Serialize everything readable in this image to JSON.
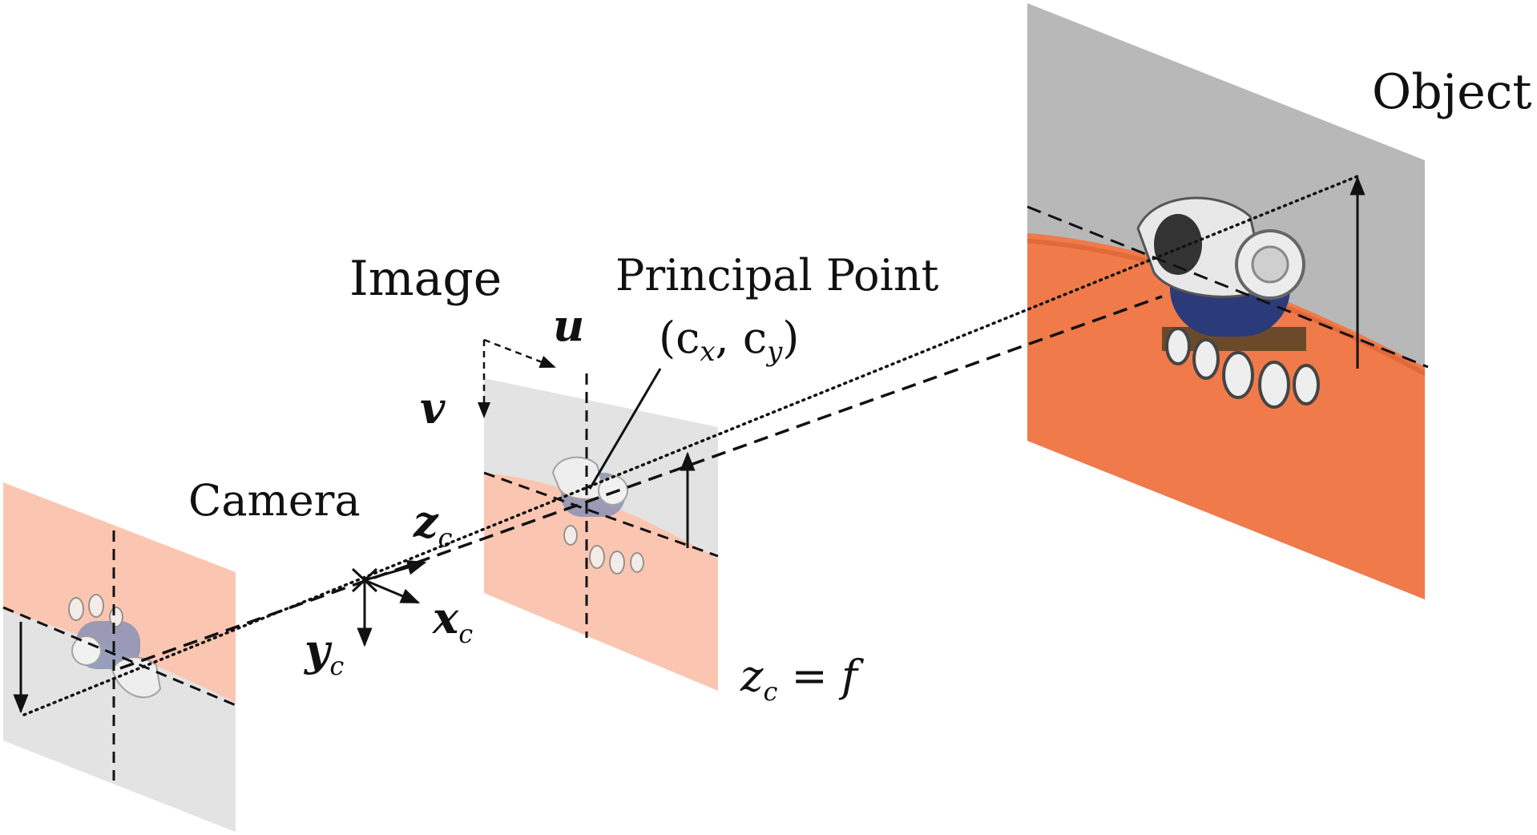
{
  "labels": {
    "object": "Object",
    "image": "Image",
    "principal_point": "Principal Point",
    "principal_coords": "(c",
    "cx_sub": "x",
    "comma": ", c",
    "cy_sub": "y",
    "close_paren": ")",
    "camera": "Camera",
    "u": "u",
    "v": "v",
    "zc": "z",
    "zc_sub": "c",
    "xc": "x",
    "xc_sub": "c",
    "yc": "y",
    "yc_sub": "c",
    "focal_lhs": "z",
    "focal_lhs_sub": "c",
    "focal_rhs": " = f"
  },
  "colors": {
    "sky": "#b8b8b8",
    "ground": "#f07a4a",
    "sky_faded": "#e3e3e3",
    "ground_faded": "#fbc6b1",
    "rover_body": "#e8e8e8",
    "rover_panel": "#2b3a78",
    "ink": "#111111"
  }
}
